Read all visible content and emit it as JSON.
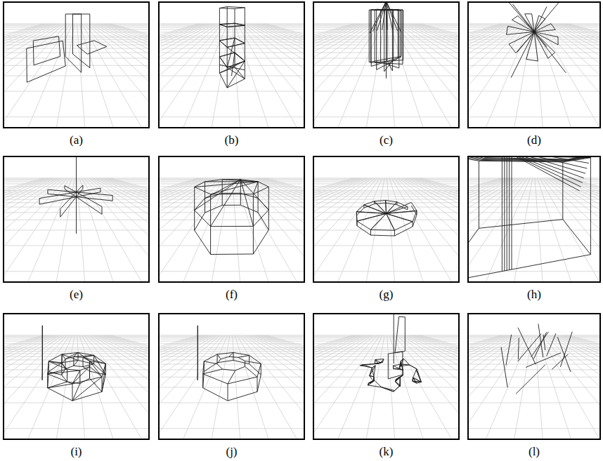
{
  "diagram": {
    "labels": [
      "(a)",
      "(b)",
      "(c)",
      "(d)",
      "(e)",
      "(f)",
      "(g)",
      "(h)",
      "(i)",
      "(j)",
      "(k)",
      "(l)"
    ]
  }
}
